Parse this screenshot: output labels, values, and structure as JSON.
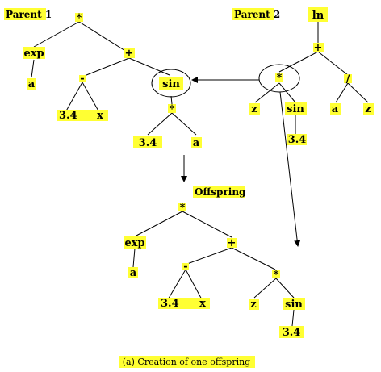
{
  "labels": {
    "parent1": "Parent 1",
    "parent2": "Parent 2",
    "offspring": "Offspring",
    "caption": "(a) Creation of one offspring"
  },
  "parent1": {
    "root": "*",
    "exp": "exp",
    "a": "a",
    "plus": "+",
    "minus": "-",
    "const": "3.4",
    "x": "x",
    "sin": "sin",
    "times": "*",
    "const2": "3.4",
    "a2": "a"
  },
  "parent2": {
    "ln": "ln",
    "plus": "+",
    "times": "*",
    "z": "z",
    "sin": "sin",
    "const": "3.4",
    "divide": "/",
    "a": "a",
    "z2": "z"
  },
  "offspring": {
    "root": "*",
    "exp": "exp",
    "a": "a",
    "plus": "+",
    "minus": "-",
    "const": "3.4",
    "x": "x",
    "times": "*",
    "z": "z",
    "sin": "sin",
    "const2": "3.4"
  },
  "colors": {
    "highlight": "#ffff33",
    "ink": "#000000"
  }
}
